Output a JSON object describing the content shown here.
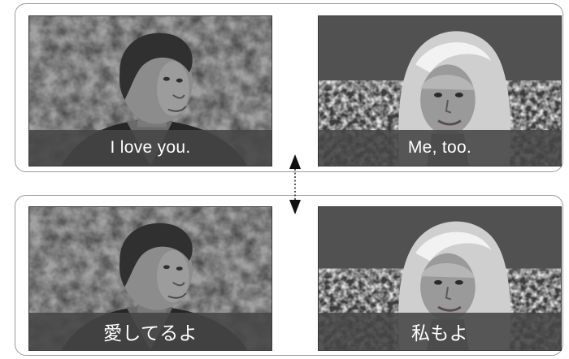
{
  "panels": {
    "english": {
      "left_caption": "I love you.",
      "right_caption": "Me, too."
    },
    "japanese": {
      "left_caption": "愛してるよ",
      "right_caption": "私もよ"
    }
  },
  "icons": {
    "connector": "double-arrow-vertical-dotted-icon"
  }
}
